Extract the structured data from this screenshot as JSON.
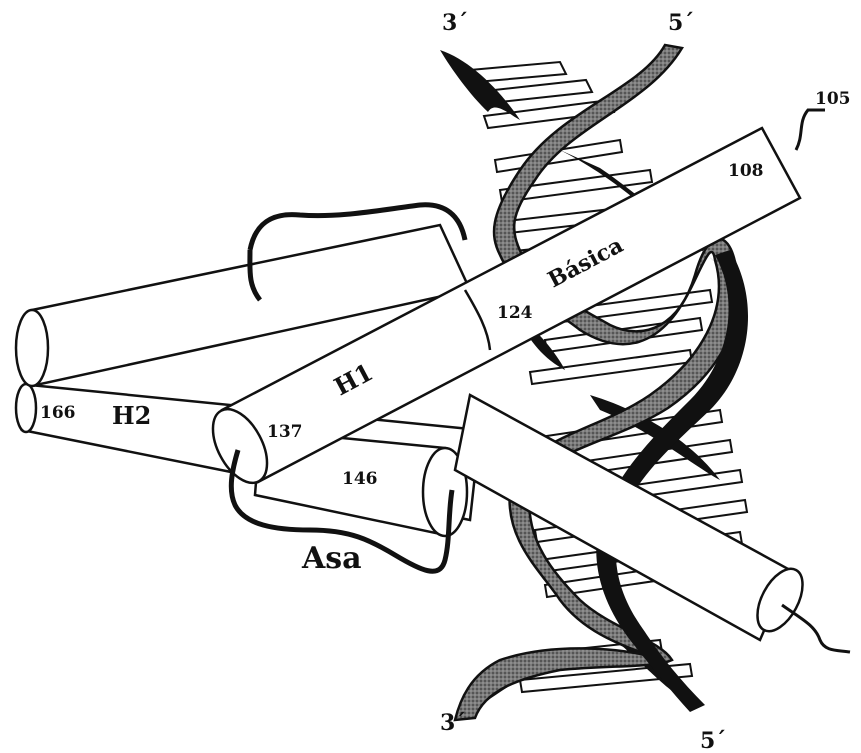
{
  "labels": {
    "dna_top_left": "3´",
    "dna_top_right": "5´",
    "dna_bottom_left": "3´",
    "dna_bottom_right": "5´",
    "res_105": "105",
    "res_108": "108",
    "basic": "Básica",
    "res_124": "124",
    "h1": "H1",
    "res_166": "166",
    "h2": "H2",
    "res_137": "137",
    "res_146": "146",
    "loop": "Asa"
  },
  "colors": {
    "ink": "#111111",
    "strand_fill": "#6e6e6e",
    "background": "#ffffff"
  }
}
